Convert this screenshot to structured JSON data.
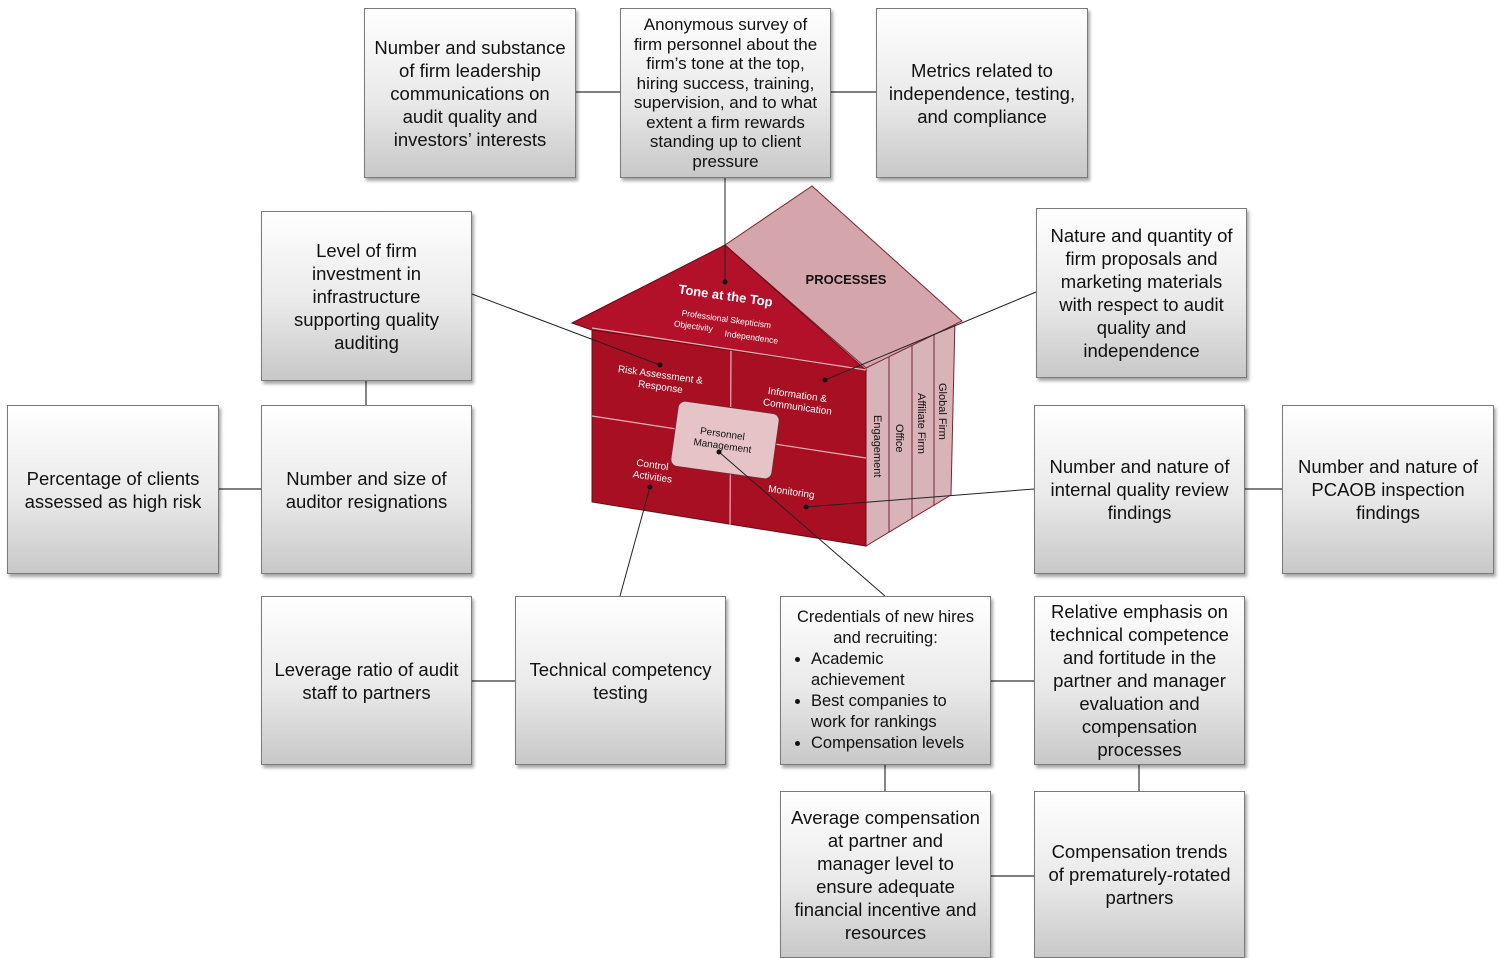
{
  "house": {
    "roof_left_title": "Tone at the Top",
    "roof_left_sub1": "Professional Skepticism",
    "roof_left_sub2": "Objectivity",
    "roof_left_sub3": "Independence",
    "roof_right_title": "PROCESSES",
    "cell_risk_1": "Risk Assessment &",
    "cell_risk_2": "Response",
    "cell_info_1": "Information &",
    "cell_info_2": "Communication",
    "cell_personnel_1": "Personnel",
    "cell_personnel_2": "Management",
    "cell_control_1": "Control",
    "cell_control_2": "Activities",
    "cell_monitoring": "Monitoring",
    "side_engagement": "Engagement",
    "side_office": "Office",
    "side_affiliate": "Affiliate Firm",
    "side_global": "Global Firm",
    "colors": {
      "front": "#a80f22",
      "roof_left": "#b3102a",
      "roof_right": "#d4a6ab",
      "side": "#d8b3b7",
      "highlight": "#e6c3c6"
    }
  },
  "boxes": {
    "leadership": [
      "Number and substance",
      "of firm leadership",
      "communications on",
      "audit quality and",
      "investors’ interests"
    ],
    "survey": [
      "Anonymous survey of",
      "firm personnel about the",
      "firm’s tone at the top,",
      "hiring success, training,",
      "supervision, and to what",
      "extent a firm rewards",
      "standing up to client",
      "pressure"
    ],
    "metrics": [
      "Metrics related to",
      "independence, testing,",
      "and compliance"
    ],
    "investment": [
      "Level of firm",
      "investment in",
      "infrastructure",
      "supporting quality",
      "auditing"
    ],
    "proposals": [
      "Nature and quantity of",
      "firm proposals and",
      "marketing materials",
      "with respect to audit",
      "quality and",
      "independence"
    ],
    "high_risk": [
      "Percentage of clients",
      "assessed as high risk"
    ],
    "resignations": [
      "Number and size of",
      "auditor resignations"
    ],
    "internal_review": [
      "Number and nature of",
      "internal quality review",
      "findings"
    ],
    "pcaob": [
      "Number and nature of",
      "PCAOB inspection",
      "findings"
    ],
    "leverage": [
      "Leverage ratio of audit",
      "staff to partners"
    ],
    "technical_testing": [
      "Technical competency",
      "testing"
    ],
    "credentials": {
      "heading": [
        "Credentials of new hires",
        "and recruiting:"
      ],
      "items": [
        [
          "Academic",
          "achievement"
        ],
        [
          "Best companies to",
          "work for rankings"
        ],
        [
          "Compensation levels"
        ]
      ]
    },
    "emphasis": [
      "Relative emphasis on",
      "technical competence",
      "and fortitude in the",
      "partner and manager",
      "evaluation and",
      "compensation",
      "processes"
    ],
    "avg_comp": [
      "Average compensation",
      "at partner and",
      "manager level to",
      "ensure adequate",
      "financial incentive and",
      "resources"
    ],
    "comp_trends": [
      "Compensation trends",
      "of prematurely-rotated",
      "partners"
    ]
  }
}
